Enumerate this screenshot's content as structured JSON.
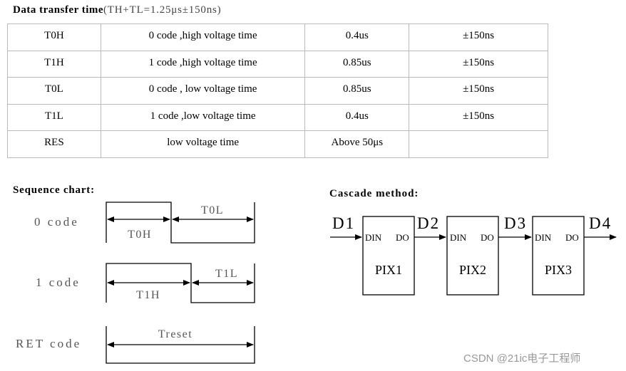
{
  "data_transfer": {
    "title": "Data transfer time",
    "subtitle": "(TH+TL=1.25μs±150ns)",
    "rows": [
      {
        "name": "T0H",
        "desc": "0 code ,high voltage time",
        "value": "0.4us",
        "tolerance": "±150ns"
      },
      {
        "name": "T1H",
        "desc": "1 code ,high voltage time",
        "value": "0.85us",
        "tolerance": "±150ns"
      },
      {
        "name": "T0L",
        "desc": "0 code , low voltage time",
        "value": "0.85us",
        "tolerance": "±150ns"
      },
      {
        "name": "T1L",
        "desc": "1 code ,low voltage time",
        "value": "0.4us",
        "tolerance": "±150ns"
      },
      {
        "name": "RES",
        "desc": "low voltage time",
        "value": "Above 50μs",
        "tolerance": ""
      }
    ]
  },
  "sequence_chart": {
    "title": "Sequence chart:",
    "code0": {
      "label": "0 code",
      "high": "T0H",
      "low": "T0L"
    },
    "code1": {
      "label": "1 code",
      "high": "T1H",
      "low": "T1L"
    },
    "ret": {
      "label": "RET code",
      "period": "Treset"
    }
  },
  "cascade": {
    "title": "Cascade method:",
    "signals": [
      "D1",
      "D2",
      "D3",
      "D4"
    ],
    "pin_in": "DIN",
    "pin_out": "DO",
    "chips": [
      "PIX1",
      "PIX2",
      "PIX3"
    ]
  },
  "watermark": "CSDN @21ic电子工程师"
}
